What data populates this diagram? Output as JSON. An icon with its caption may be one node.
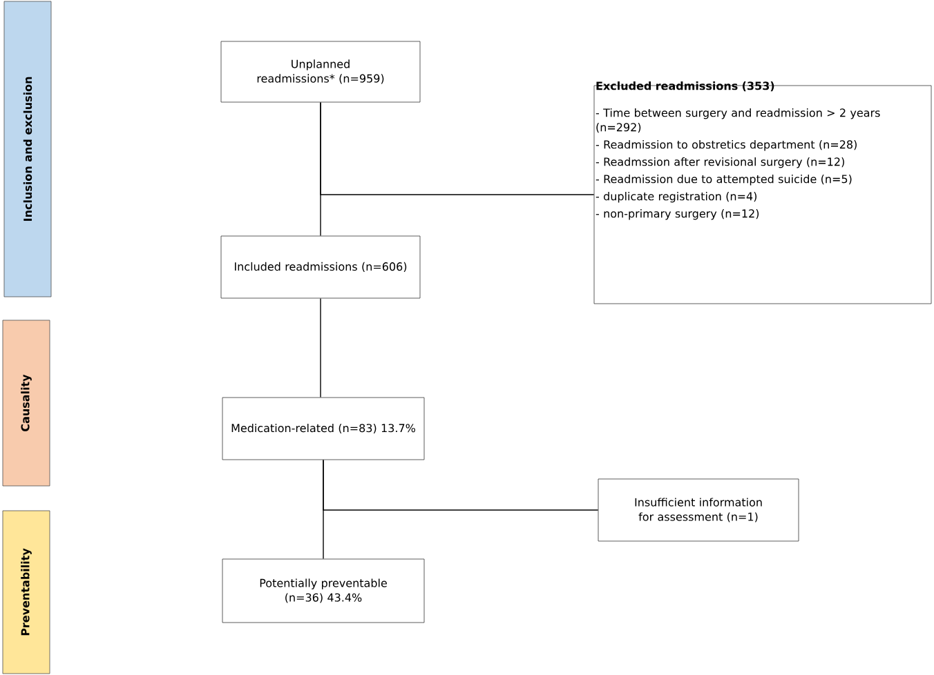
{
  "diagram": {
    "nodes": [
      {
        "text": [
          "Inclusion and exclusion"
        ]
      },
      {
        "text": [
          "Causality"
        ]
      },
      {
        "text": [
          "Preventability"
        ]
      },
      {
        "text": [
          "Unplanned readmissions* (n=959)"
        ]
      },
      {
        "text": [
          "Excluded readmissions (353)",
          "- Time between surgery and readmission > 2 years (n=292)",
          "- Readmission to obstretics department (n=28)",
          "- Readmssion after revisional surgery (n=12)",
          "- Readmission due to attempted suicide (n=5)",
          "- duplicate registration (n=4)",
          "- non-primary surgery (n=12)"
        ]
      },
      {
        "text": [
          "Included readmissions (n=606)"
        ]
      },
      {
        "text": [
          "Medication-related (n=83) 13.7%"
        ]
      },
      {
        "text": [
          "Insufficient information for assessment (n=1)"
        ]
      },
      {
        "text": [
          "Potentially preventable (n=36) 43.4%"
        ]
      }
    ],
    "edges": [
      {
        "from": 3,
        "to": 5,
        "arrow": "none"
      },
      {
        "from": 3,
        "to": 4,
        "arrow": "none"
      },
      {
        "from": 5,
        "to": 6,
        "arrow": "none"
      },
      {
        "from": 6,
        "to": 8,
        "arrow": "none"
      },
      {
        "from": 6,
        "to": 7,
        "arrow": "none"
      }
    ]
  }
}
